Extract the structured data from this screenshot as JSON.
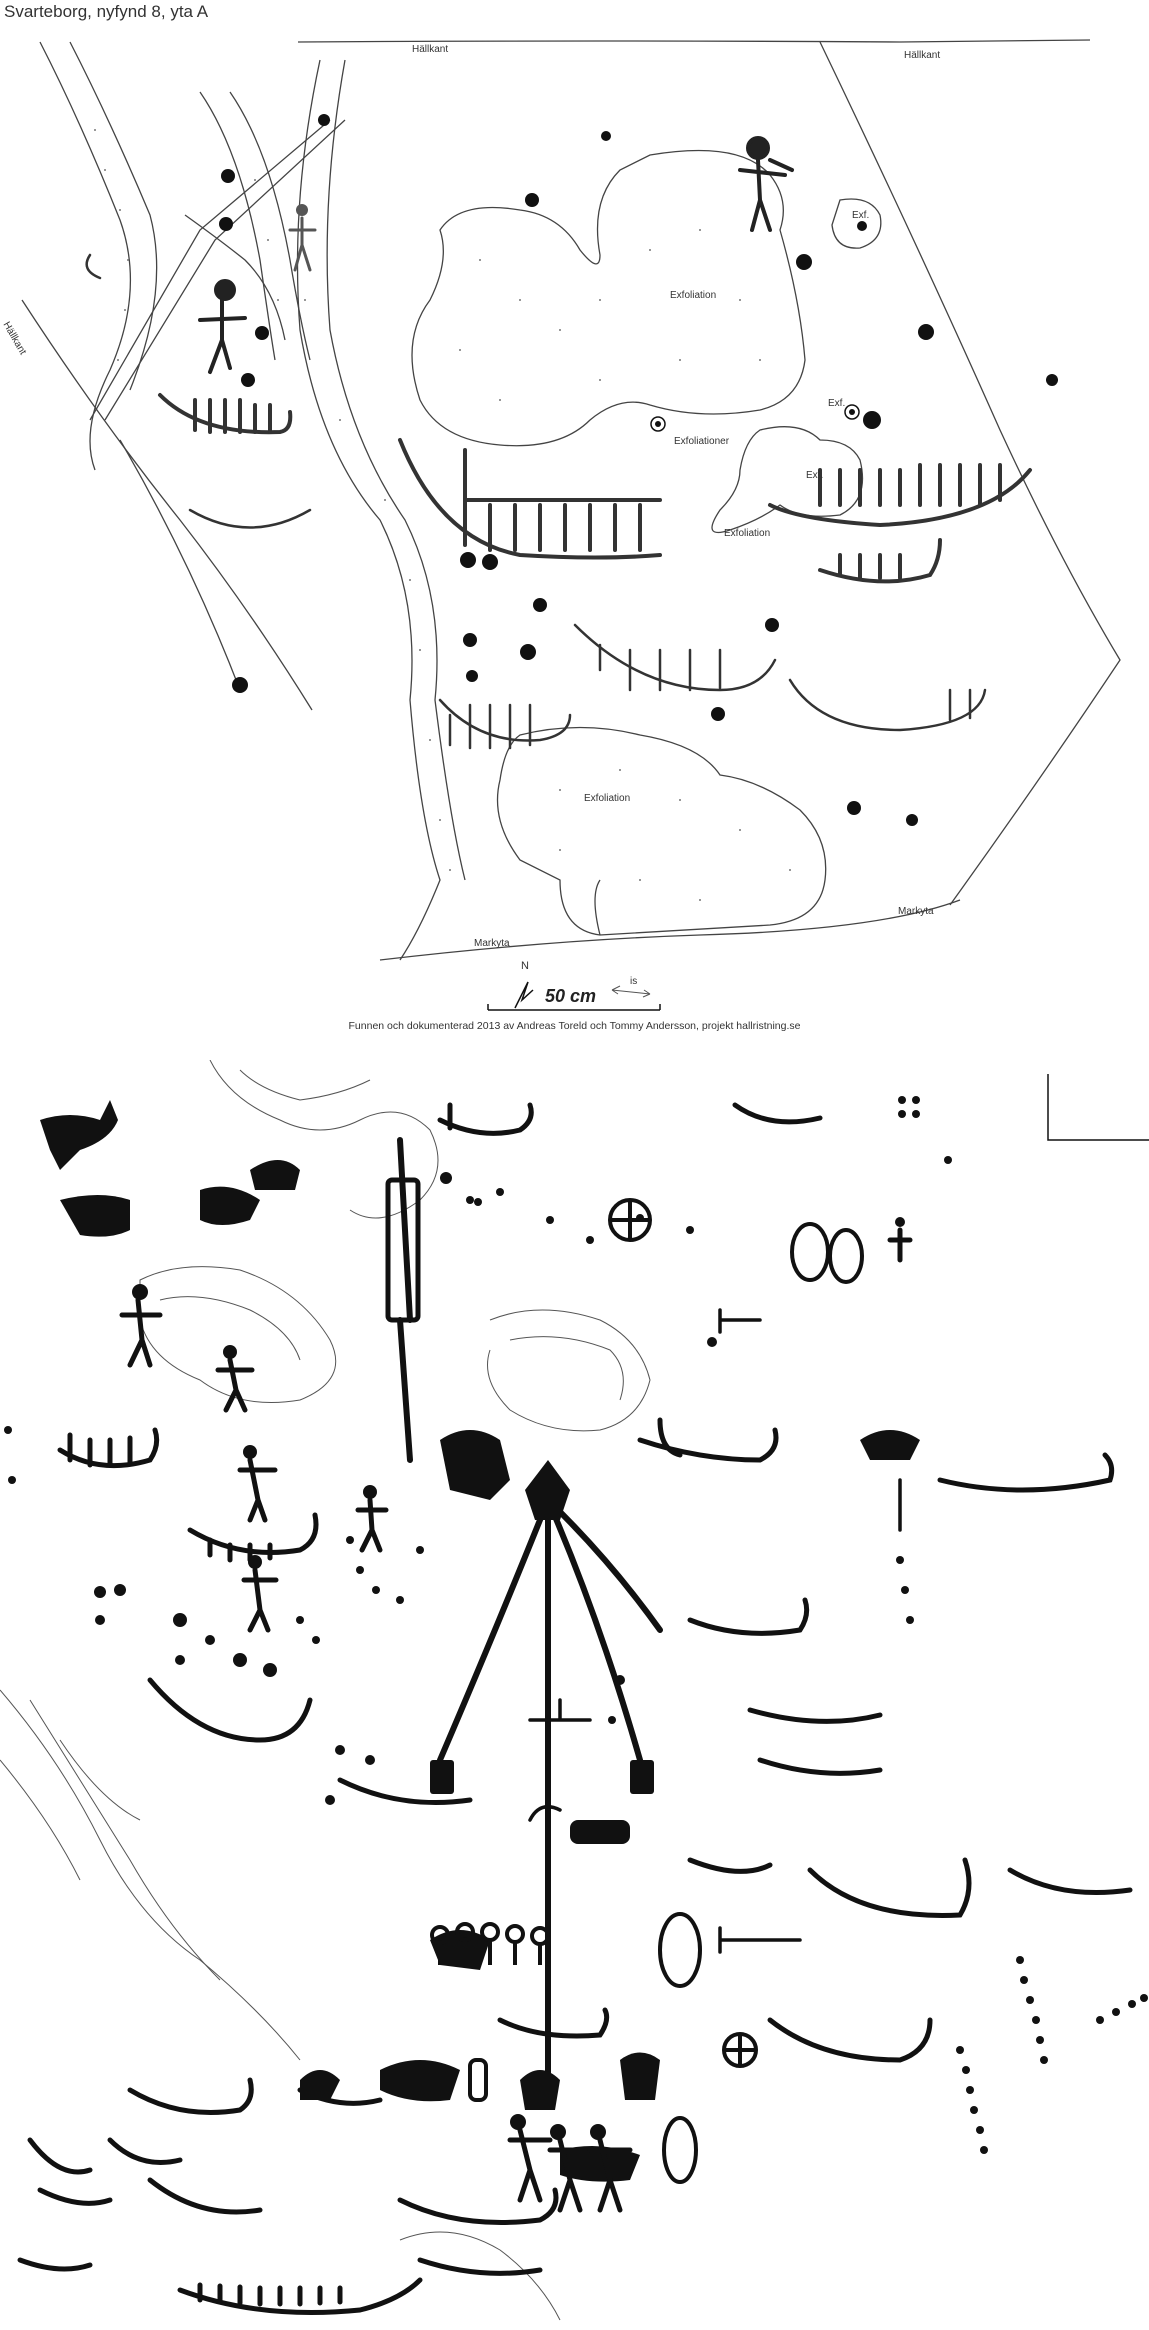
{
  "header": {
    "title": "Svarteborg, nyfynd 8, yta A"
  },
  "labels": {
    "hallkant": "Hällkant",
    "exfoliation": "Exfoliation",
    "exfoliationer": "Exfoliationer",
    "exf": "Exf.",
    "markyta": "Markyta"
  },
  "scale": {
    "text": "50 cm",
    "north": "N",
    "is": "is"
  },
  "credit": "Funnen och dokumenterad 2013 av Andreas Toreld och Tommy Andersson, projekt hallristning.se"
}
